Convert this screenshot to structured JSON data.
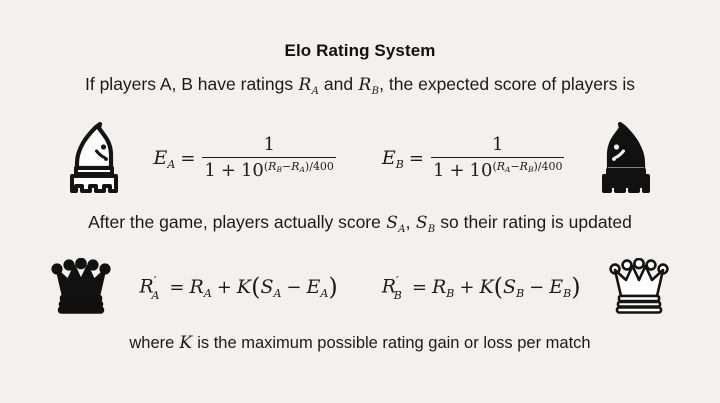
{
  "slide": {
    "background_color": "#f2f1ef",
    "text_color": "#1b1b1b",
    "title": "Elo Rating System"
  },
  "lines": {
    "intro_before": "If players A, B have ratings ",
    "intro_var_a": "R",
    "intro_var_a_sub": "A",
    "intro_between": " and ",
    "intro_var_b": "R",
    "intro_var_b_sub": "B",
    "intro_after": ", the expected score of players is",
    "middle_before": "After the game, players actually score ",
    "middle_var_a": "S",
    "middle_var_a_sub": "A",
    "middle_between": ", ",
    "middle_var_b": "S",
    "middle_var_b_sub": "B",
    "middle_after": " so their rating is updated",
    "footer_before": "where ",
    "footer_var_k": "K",
    "footer_after": " is the maximum possible rating gain or loss per match"
  },
  "expected_row": {
    "left_piece": "white-knight-icon",
    "right_piece": "black-knight-icon",
    "formula_a": {
      "lhs_var": "E",
      "lhs_sub": "A",
      "equals": "=",
      "numerator": "1",
      "den_lit_one": "1",
      "den_plus": "+",
      "den_ten": "10",
      "exp_open": "(",
      "exp_first_var": "R",
      "exp_first_sub": "B",
      "exp_minus": "−",
      "exp_second_var": "R",
      "exp_second_sub": "A",
      "exp_close": ")",
      "exp_divisor": "/400"
    },
    "formula_b": {
      "lhs_var": "E",
      "lhs_sub": "B",
      "equals": "=",
      "numerator": "1",
      "den_lit_one": "1",
      "den_plus": "+",
      "den_ten": "10",
      "exp_open": "(",
      "exp_first_var": "R",
      "exp_first_sub": "A",
      "exp_minus": "−",
      "exp_second_var": "R",
      "exp_second_sub": "B",
      "exp_close": ")",
      "exp_divisor": "/400"
    }
  },
  "update_row": {
    "left_piece": "black-queen-icon",
    "right_piece": "white-queen-icon",
    "formula_a": {
      "lhs_var": "R",
      "lhs_prime": "′",
      "lhs_sub": "A",
      "equals": "=",
      "rhs_var": "R",
      "rhs_sub": "A",
      "plus": "+",
      "k": "K",
      "open_paren": "(",
      "s_var": "S",
      "s_sub": "A",
      "minus": "−",
      "e_var": "E",
      "e_sub": "A",
      "close_paren": ")"
    },
    "formula_b": {
      "lhs_var": "R",
      "lhs_prime": "′",
      "lhs_sub": "B",
      "equals": "=",
      "rhs_var": "R",
      "rhs_sub": "B",
      "plus": "+",
      "k": "K",
      "open_paren": "(",
      "s_var": "S",
      "s_sub": "B",
      "minus": "−",
      "e_var": "E",
      "e_sub": "B",
      "close_paren": ")"
    }
  }
}
